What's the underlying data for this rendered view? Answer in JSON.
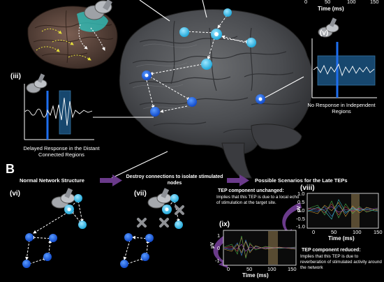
{
  "panel_b_label": "B",
  "top_axis": {
    "ticks": [
      "0",
      "50",
      "100",
      "150"
    ],
    "label": "Time (ms)"
  },
  "sub_labels": {
    "iii": "(iii)",
    "v": "(v)",
    "vi": "(vi)",
    "vii": "(vii)",
    "viii": "(viii)",
    "ix": "(ix)"
  },
  "captions": {
    "delayed": "Delayed Response in the Distant Connected Regions",
    "no_response": "No Response in Independent Regions"
  },
  "flow": {
    "step1": "Normal Network Structure",
    "step2": "Destroy connections to isolate stimulated nodes",
    "step3": "Possible Scenarios for the Late TEPs"
  },
  "scenarios": {
    "unchanged_title": "TEP component unchanged:",
    "unchanged_text": "Implies that this TEP is due to a local echo of stimulation at the target site.",
    "reduced_title": "TEP component reduced:",
    "reduced_text": "Implies that this TEP is due to reverberation of stimulated activity around the network"
  },
  "plot_viii": {
    "yticks": [
      "1.0",
      "0.5",
      "0.0",
      "-0.5",
      "-1.0"
    ],
    "xticks": [
      "0",
      "50",
      "100",
      "150"
    ],
    "ylabel": "μV",
    "xlabel": "Time (ms)"
  },
  "plot_ix": {
    "yticks": [
      "1",
      "0",
      "-1"
    ],
    "xticks": [
      "0",
      "50",
      "100",
      "150"
    ],
    "ylabel": "μV",
    "xlabel": "Time (ms)"
  },
  "colors": {
    "node_blue": "#1e6ff0",
    "node_cyan": "#4ec8f0",
    "arrow_purple": "#6a3a8a",
    "highlight": "#e7c27a",
    "signal_box": "#1a4f7a"
  }
}
